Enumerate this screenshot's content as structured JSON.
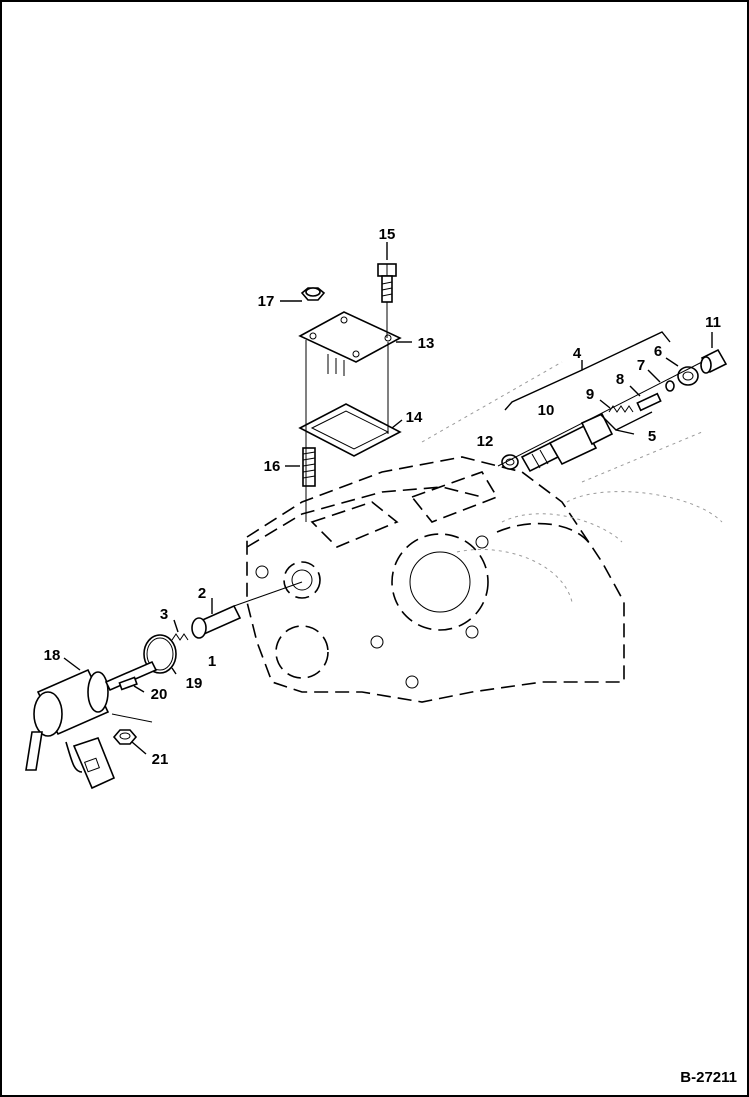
{
  "diagram": {
    "reference_code": "B-27211",
    "callouts": [
      "1",
      "2",
      "3",
      "4",
      "5",
      "6",
      "7",
      "8",
      "9",
      "10",
      "11",
      "12",
      "13",
      "14",
      "15",
      "16",
      "17",
      "18",
      "19",
      "20",
      "21"
    ]
  },
  "colors": {
    "line": "#000000",
    "background": "#ffffff"
  }
}
